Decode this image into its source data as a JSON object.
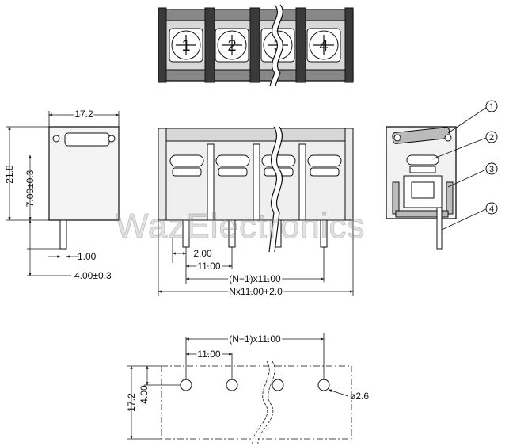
{
  "watermark": "WazElectronics",
  "top_view": {
    "position_labels": [
      "1",
      "2",
      "3",
      "4"
    ]
  },
  "side_view": {
    "width_label": "17.2",
    "height_label": "21.8",
    "body_height_label": "7.00±0.3",
    "pin_width_label": "1.00",
    "pin_length_label": "4.00±0.3"
  },
  "front_view": {
    "pin_offset_label": "2.00",
    "pitch_label": "11.00",
    "span_label": "(N−1)x11.00",
    "total_label": "Nx11.00+2.0"
  },
  "part_callouts": [
    "1",
    "2",
    "3",
    "4"
  ],
  "footprint": {
    "span_label": "(N−1)x11.00",
    "pitch_label": "11.00",
    "height_label": "17.2",
    "row_offset_label": "4.00",
    "hole_label": "ø2.6"
  }
}
